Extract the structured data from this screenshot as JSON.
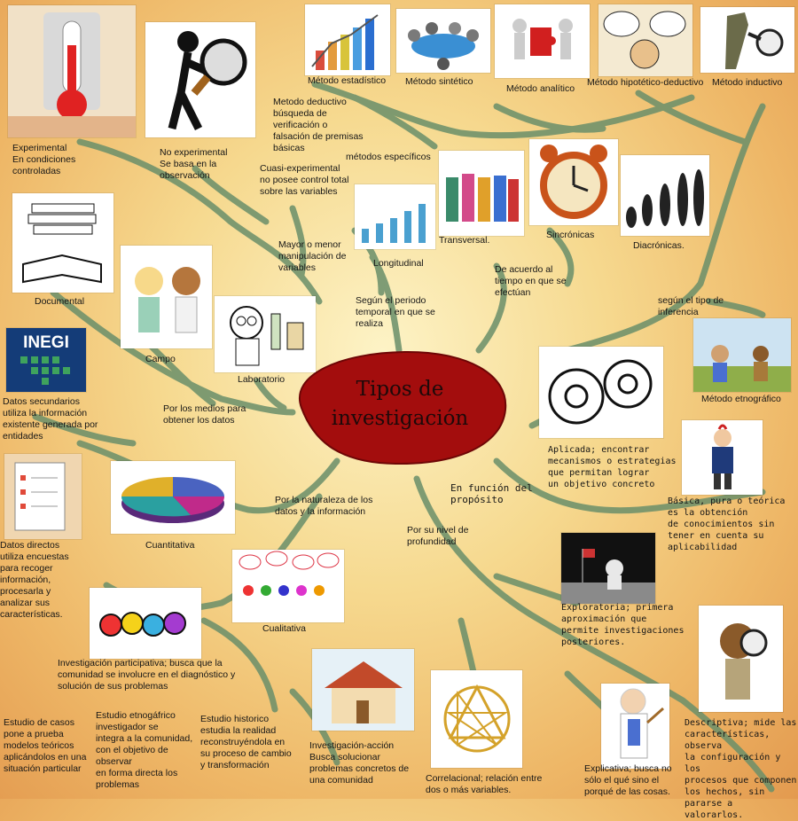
{
  "center": {
    "title": "Tipos de\ninvestigación",
    "color": "#a30d0d"
  },
  "colors": {
    "branch": "#6a8f6a",
    "background": "#f6d98f"
  },
  "labels": {
    "experimental": "Experimental\nEn condiciones\ncontroladas",
    "no_experimental": "No experimental\nSe basa en la\nobservación",
    "metodo_deductivo": "Metodo deductivo\nbúsqueda de\nverificación o\nfalsación de premisas\nbásicas",
    "cuasi": "Cuasi-experimental\nno posee control total\nsobre las variables",
    "metodos_especificos": "métodos específicos",
    "mayor_menor": "Mayor o menor\nmanipulación de\nvariables",
    "metodo_estadistico": "Método estadístico",
    "metodo_sintetico": "Método sintético",
    "metodo_analitico": "Método analítico",
    "metodo_hipotetico": "Método hipotético-deductivo",
    "metodo_inductivo": "Método inductivo",
    "longitudinal": "Longitudinal",
    "transversal": "Transversal.",
    "sincronicas": "Sincrónicas",
    "diacronicas": "Diacrónicas.",
    "segun_periodo": "Según el periodo\ntemporal en que se\nrealiza",
    "de_acuerdo_tiempo": "De acuerdo al\ntiempo en que se\nefectúan",
    "segun_tipo_inferencia": "según el tipo de\ninferencia",
    "metodo_etnografico": "Método etnográfico",
    "documental": "Documental",
    "campo": "Campo",
    "laboratorio": "Laboratorio",
    "datos_secundarios": "Datos secundarios\nutiliza la información\nexistente generada por\nentidades",
    "por_medios": "Por los medios para\nobtener los datos",
    "aplicada": "Aplicada; encontrar\nmecanismos o estrategias\nque permitan lograr\nun objetivo concreto",
    "en_funcion": "En función del\npropósito",
    "basica": "Básica, pura o teórica\nes la obtención\nde conocimientos sin\ntener en cuenta su\naplicabilidad",
    "datos_directos": "Datos directos\nutiliza encuestas\npara recoger\ninformación,\nprocesarla y\nanalizar sus\ncaracterísticas.",
    "cuantitativa": "Cuantitativa",
    "por_naturaleza": "Por la naturaleza de los\ndatos y la información",
    "por_nivel": "Por su nivel de\nprofundidad",
    "cualitativa": "Cualitativa",
    "exploratoria": "Exploratoria; primera\naproximación que\npermite investigaciones\nposteriores.",
    "participativa": "Investigación participativa; busca que la\ncomunidad se involucre en el diagnóstico y\nsolución de sus problemas",
    "estudio_casos": "Estudio de casos\npone a prueba\nmodelos teóricos\naplicándolos en una\nsituación particular",
    "etnografico": "Estudio etnogáfrico\ninvestigador se\nintegra a la comunidad,\ncon el objetivo de\nobservar\nen forma directa los\nproblemas",
    "historico": "Estudio historico\nestudia la realidad\nreconstruyéndola en\nsu proceso de cambio\ny transformación",
    "accion": "Investigación-acción\nBusca solucionar\nproblemas concretos de\nuna comunidad",
    "correlacional": "Correlacional;  relación entre\ndos o más variables.",
    "explicativa": "Explicativa; busca no\nsólo el qué sino el\nporqué de las cosas.",
    "descriptiva": "Descriptiva; mide las\ncaracterísticas, observa\nla configuración y los\nprocesos que componen\nlos hechos, sin pararse a\nvalorarlos."
  },
  "inegi_logo_text": "INEGI"
}
